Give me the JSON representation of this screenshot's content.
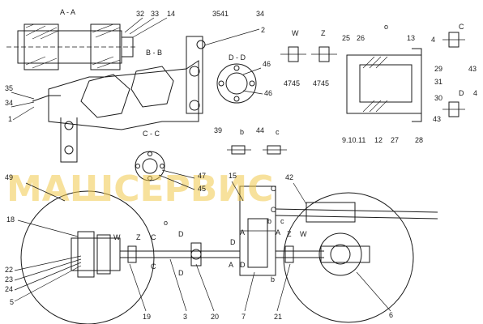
{
  "sections": {
    "aa": "A - A",
    "bb": "B - B",
    "dd": "D - D",
    "cc": "C - C",
    "c_top": "C",
    "d_right": "D",
    "w": "W",
    "z": "Z"
  },
  "watermark": {
    "text": "МАШСЕРВИС",
    "color": "#f2c94c"
  },
  "callouts": {
    "n32": "32",
    "n33": "33",
    "n14": "14",
    "n3541": "3541",
    "n34a": "34",
    "n2": "2",
    "n46a": "46",
    "n46b": "46",
    "n35": "35",
    "n34b": "34",
    "n1": "1",
    "n4745a": "4745",
    "n4745b": "4745",
    "n25": "25",
    "n26": "26",
    "n13": "13",
    "n4a": "4",
    "n29": "29",
    "n43a": "43",
    "n31": "31",
    "n30": "30",
    "n4b": "4",
    "n43b": "43",
    "n9": "9.10.11",
    "n12": "12",
    "n27": "27",
    "n28": "28",
    "n39": "39",
    "nb1": "b",
    "n44": "44",
    "nc1": "c",
    "n47": "47",
    "n45": "45",
    "n49": "49",
    "n15": "15",
    "n42": "42",
    "n18": "18",
    "n22": "22",
    "n23": "23",
    "n24": "24",
    "n5": "5",
    "n19": "19",
    "n3": "3",
    "n20": "20",
    "n7": "7",
    "n21": "21",
    "n6": "6",
    "no1": "o",
    "no2": "o",
    "lw1": "W",
    "lz1": "Z",
    "lc1": "C",
    "ld1": "D",
    "lc2": "C",
    "ld2": "D",
    "la1": "A",
    "la2": "A",
    "la3": "A",
    "ld3": "D",
    "ld4": "D",
    "nb2": "b",
    "lz2": "Z",
    "lw2": "W",
    "lc3": "C",
    "lc4": "C",
    "nc2": "c",
    "nb3": "b"
  }
}
